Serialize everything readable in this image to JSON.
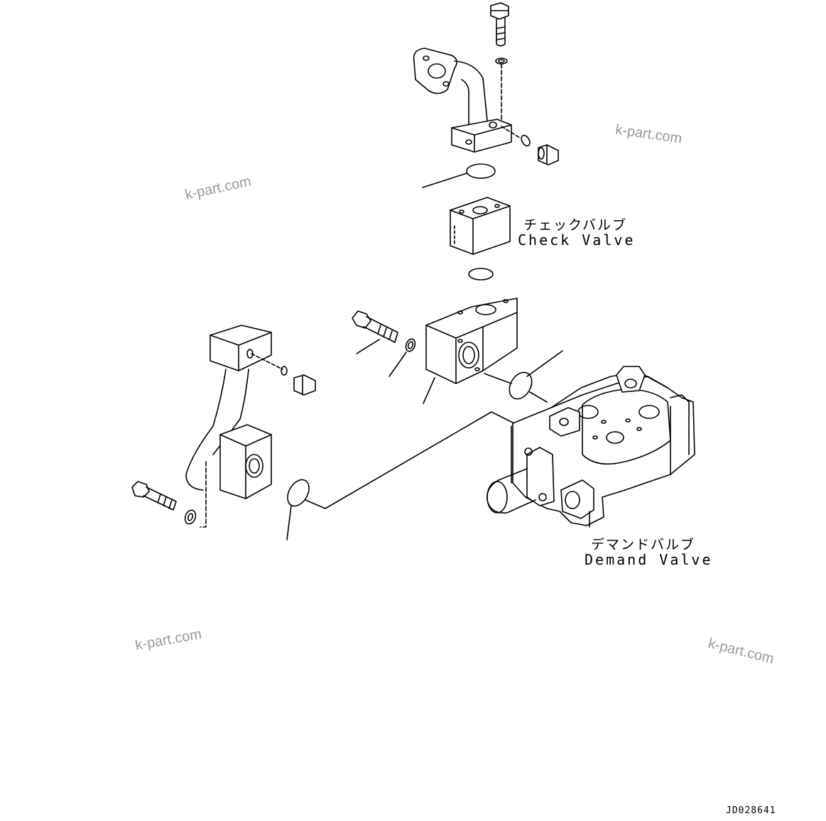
{
  "labels": {
    "check_valve_jp": "チェックバルブ",
    "check_valve_en": "Check Valve",
    "demand_valve_jp": "デマンドバルブ",
    "demand_valve_en": "Demand Valve"
  },
  "watermarks": [
    "k-part.com",
    "k-part.com",
    "k-part.com",
    "k-part.com"
  ],
  "document_id": "JD028641",
  "colors": {
    "line": "#000000",
    "watermark": "#9a9a9a",
    "background": "#ffffff"
  }
}
